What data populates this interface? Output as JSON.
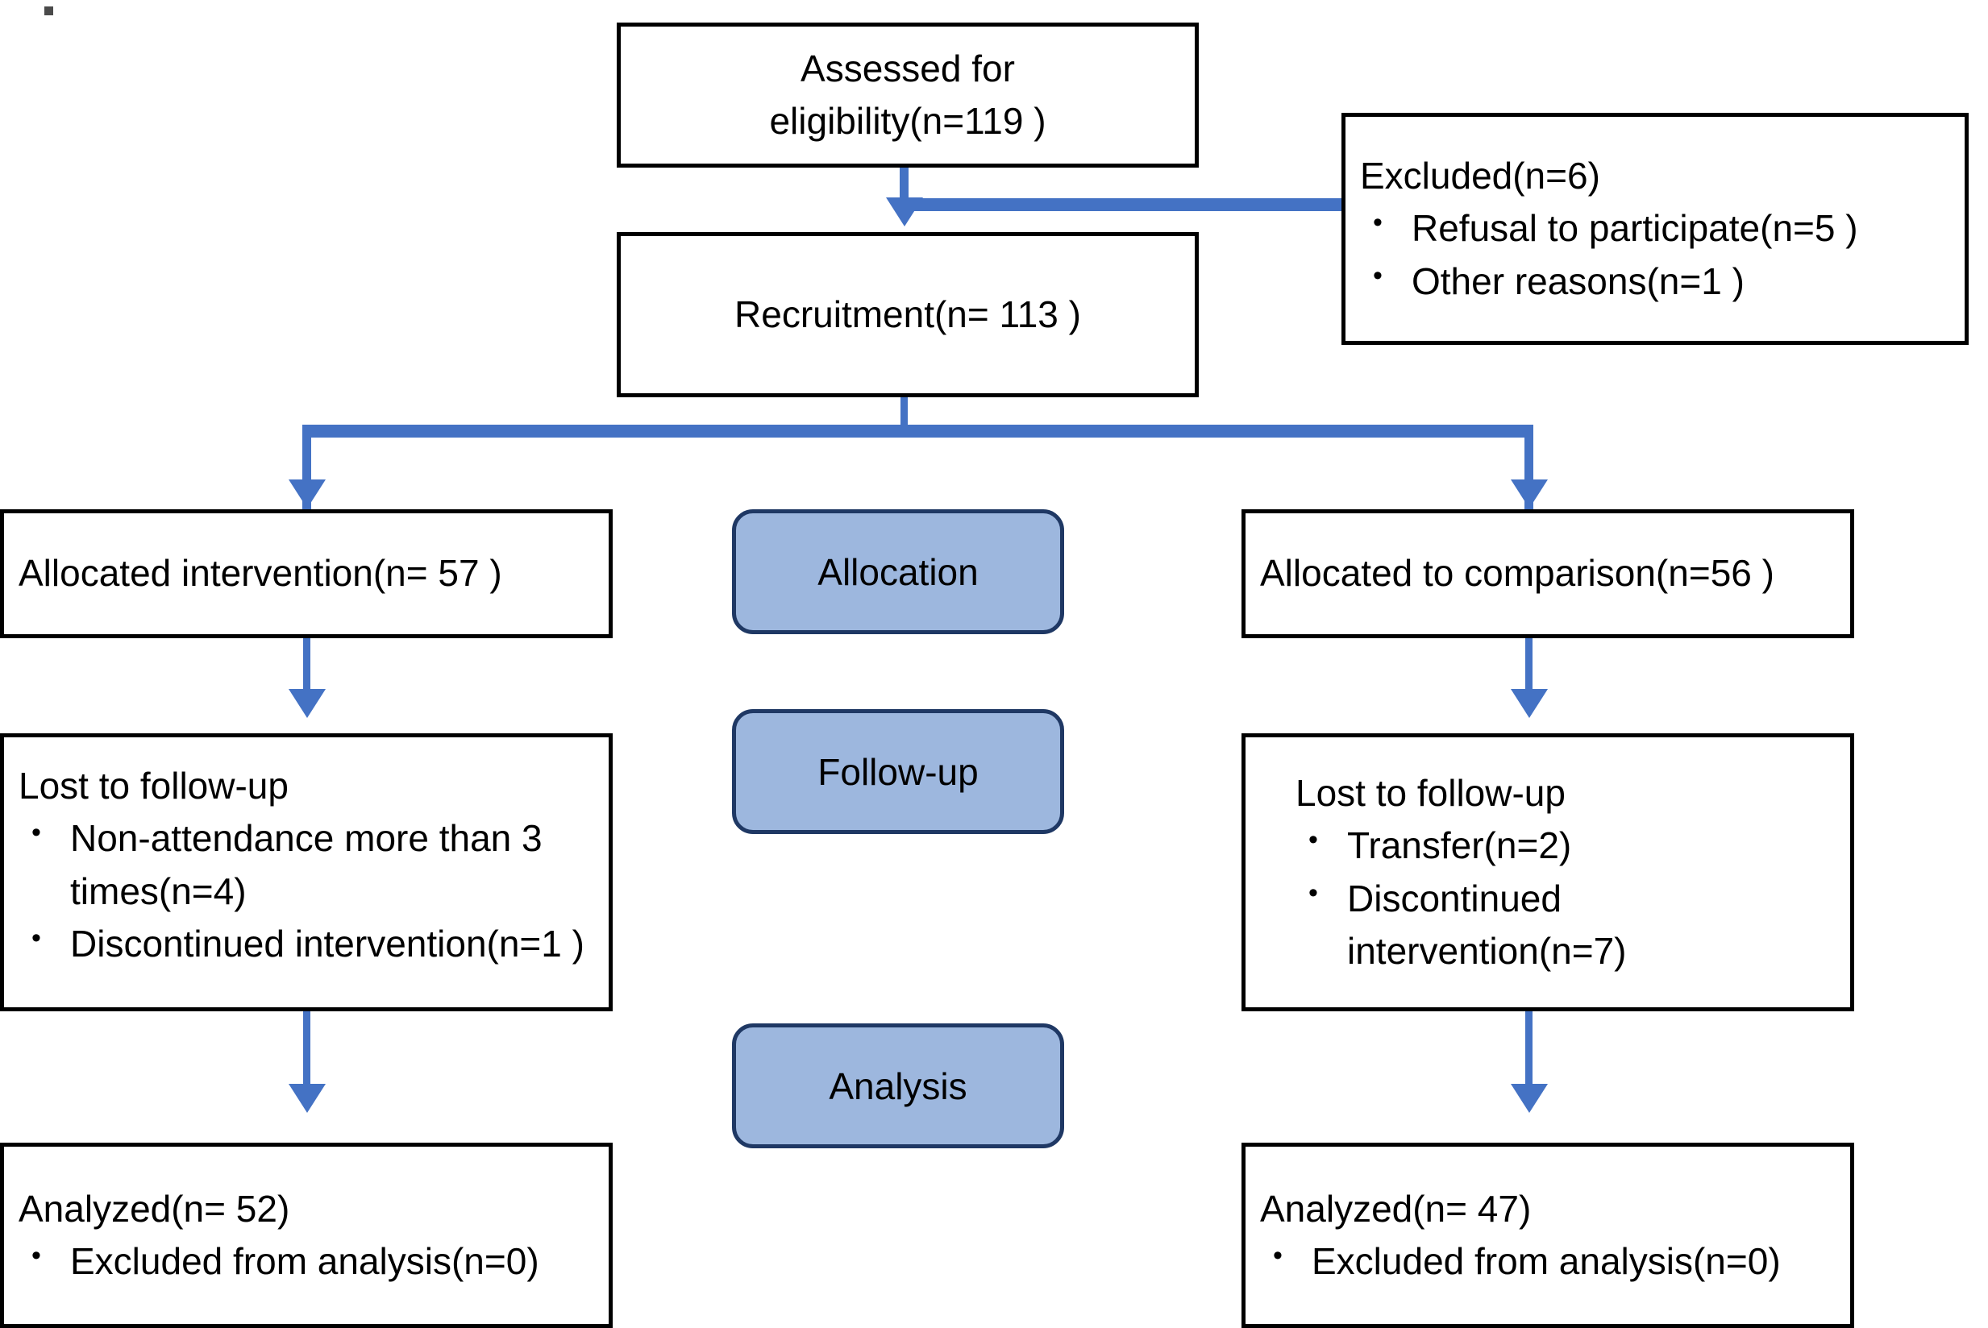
{
  "diagram": {
    "type": "CONSORT participant flow diagram",
    "accent_color": "#4472C4",
    "stage_fill_color": "#9DB7DE",
    "stage_border_color": "#1F3864",
    "box_border_color": "#000000"
  },
  "nodes": {
    "assessed": {
      "line1": "Assessed for",
      "line2": "eligibility(n=119 )"
    },
    "excluded": {
      "title": "Excluded(n=6)",
      "bullets": [
        "Refusal to participate(n=5 )",
        "Other reasons(n=1 )"
      ]
    },
    "recruitment": {
      "line1": "Recruitment(n= 113 )"
    },
    "allocated_intervention": {
      "line1": "Allocated intervention(n= 57 )"
    },
    "allocated_comparison": {
      "line1": "Allocated to comparison(n=56 )"
    },
    "lost_left": {
      "title": "Lost to follow-up",
      "bullets": [
        "Non-attendance more than 3 times(n=4)",
        "Discontinued intervention(n=1 )"
      ]
    },
    "lost_right": {
      "title": "Lost to follow-up",
      "bullets": [
        "Transfer(n=2)",
        "Discontinued intervention(n=7)"
      ]
    },
    "analyzed_left": {
      "title": "Analyzed(n= 52)",
      "bullets": [
        "Excluded from analysis(n=0)"
      ]
    },
    "analyzed_right": {
      "title": "Analyzed(n= 47)",
      "bullets": [
        "Excluded from analysis(n=0)"
      ]
    }
  },
  "stages": {
    "allocation": "Allocation",
    "followup": "Follow-up",
    "analysis": "Analysis"
  }
}
